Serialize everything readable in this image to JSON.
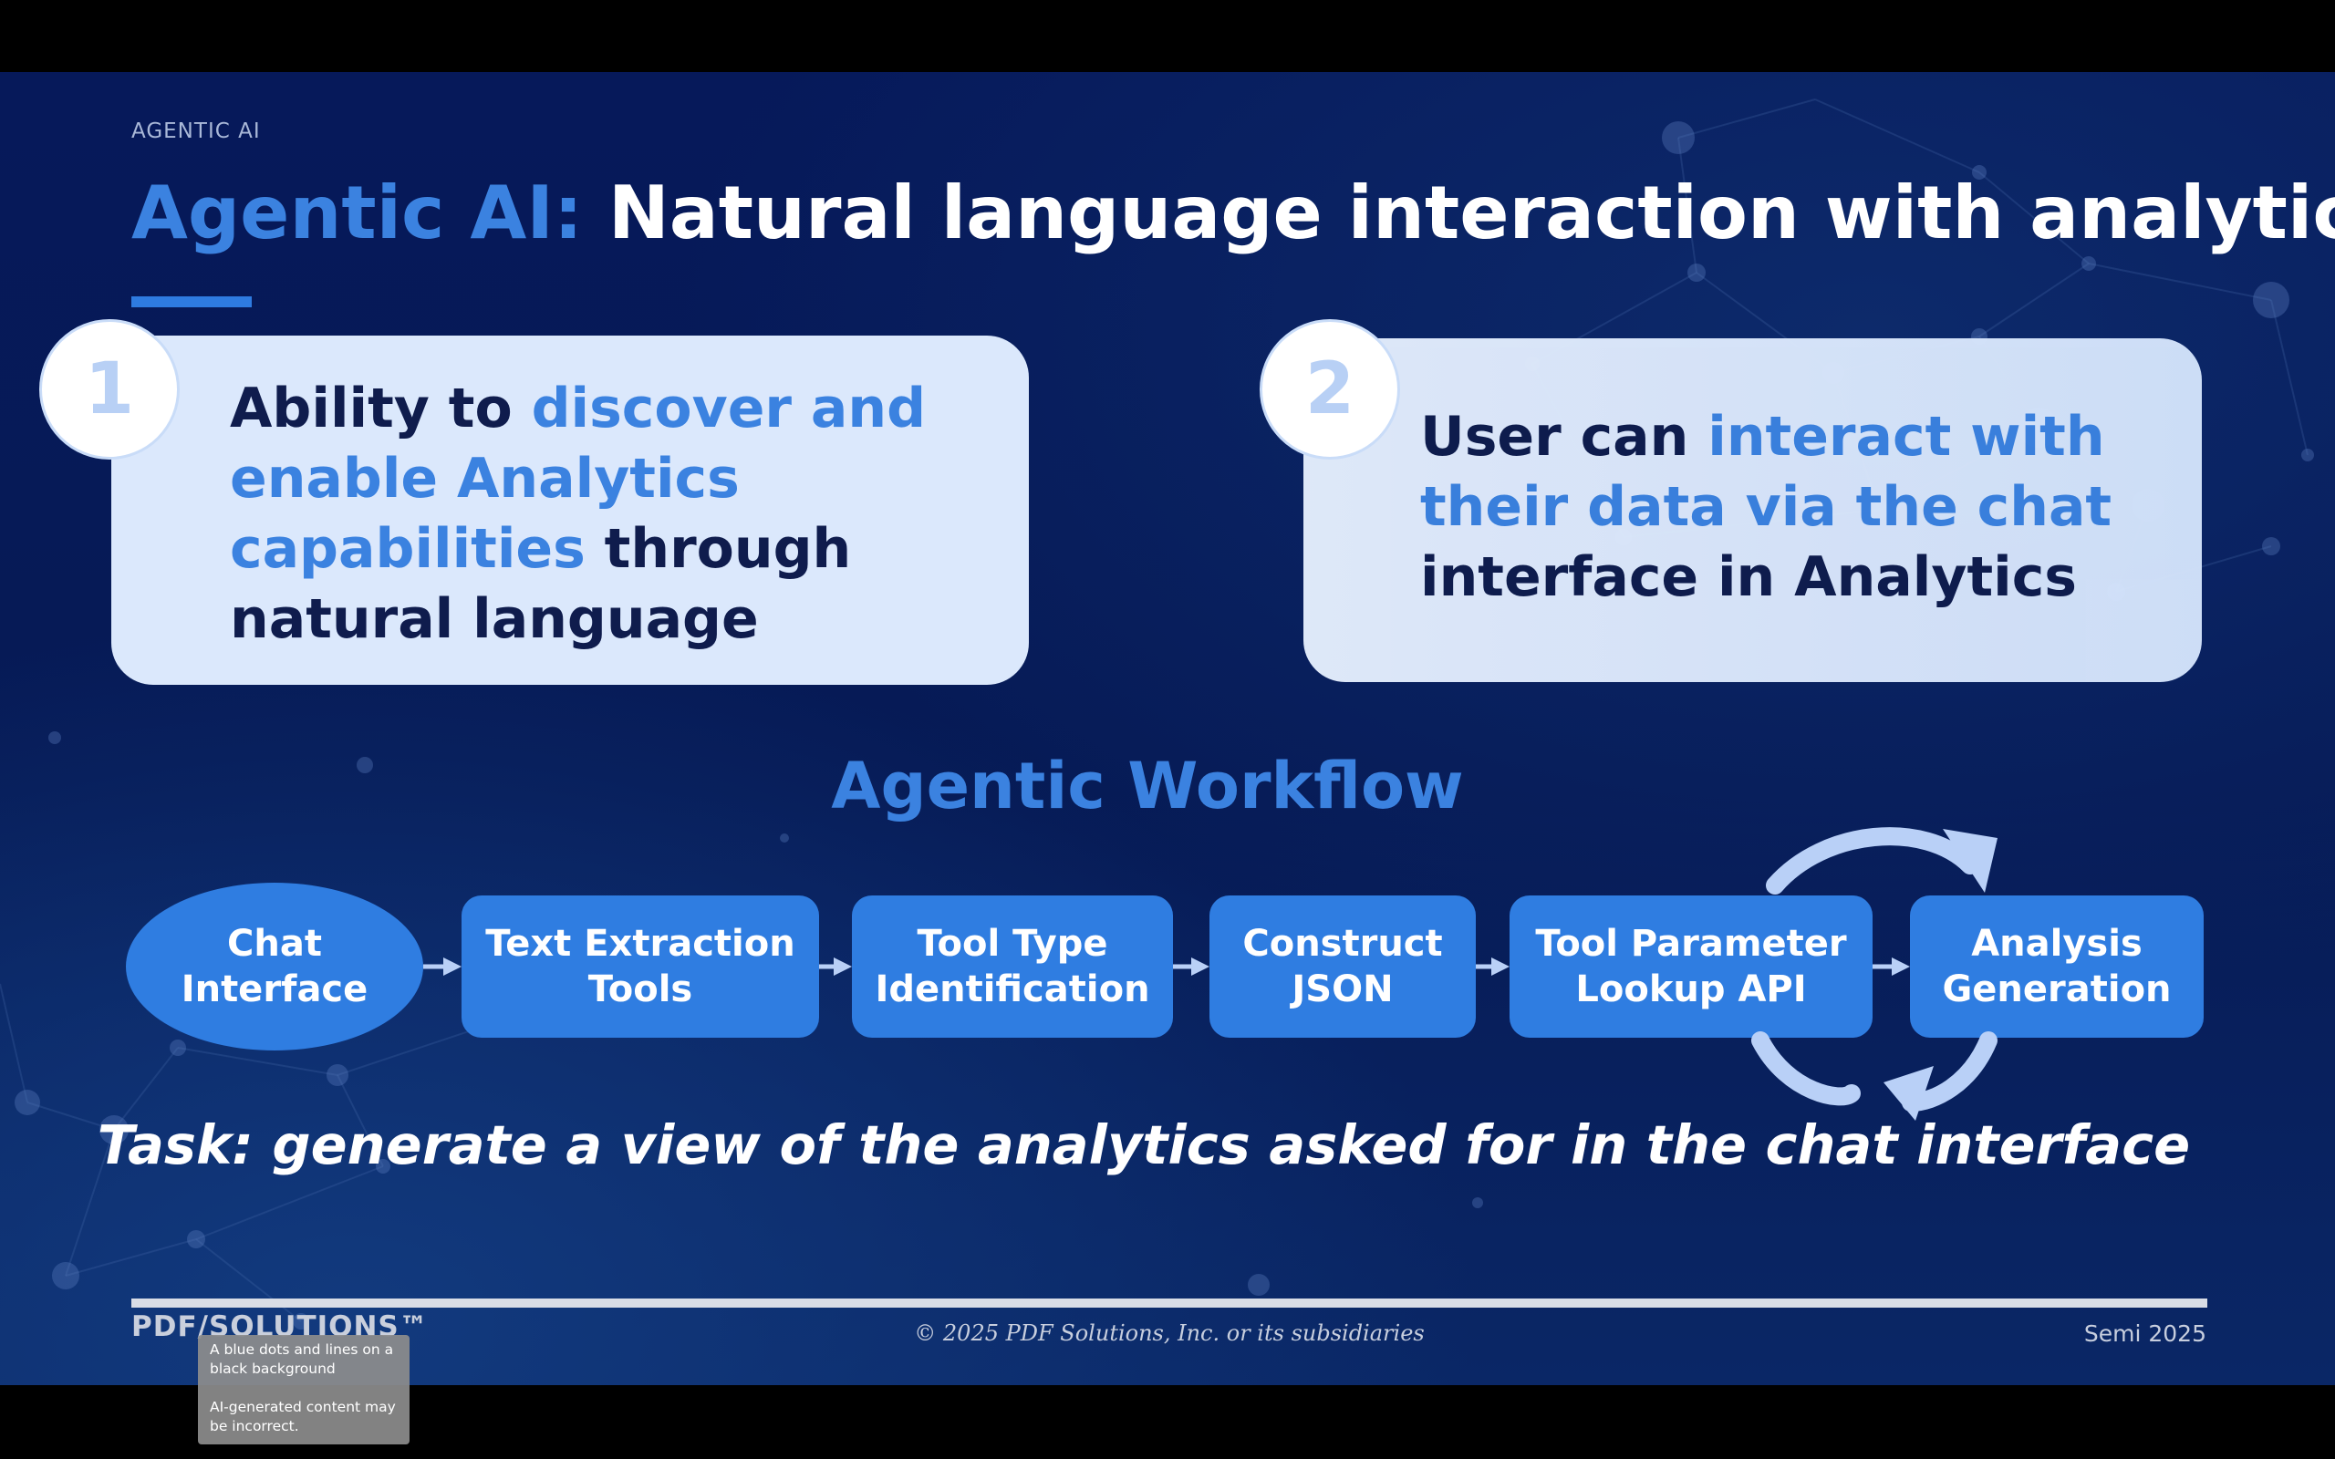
{
  "slide": {
    "kicker": "AGENTIC AI",
    "title_accent": "Agentic AI:",
    "title_rest": " Natural language interaction with analytics"
  },
  "cards": [
    {
      "number": "1",
      "text_before": "Ability to ",
      "text_highlight": "discover and enable Analytics capabilities",
      "text_after": " through natural language"
    },
    {
      "number": "2",
      "text_before": "User can ",
      "text_highlight": "interact with their data via the chat",
      "text_after": " interface in Analytics"
    }
  ],
  "workflow": {
    "title": "Agentic Workflow",
    "steps": [
      "Chat Interface",
      "Text Extraction Tools",
      "Tool Type Identification",
      "Construct JSON",
      "Tool Parameter Lookup API",
      "Analysis Generation"
    ],
    "task": "Task: generate a view of the analytics asked for in the chat interface"
  },
  "footer": {
    "logo": "PDF/SOLUTIONS™",
    "copyright": "© 2025 PDF Solutions, Inc. or its subsidiaries",
    "event": "Semi 2025"
  },
  "alt_text_tooltip": {
    "description": "A blue dots and lines on a black background",
    "disclaimer": "AI-generated content may be incorrect."
  },
  "colors": {
    "accent": "#3b82e0",
    "step_fill": "#2f7de1",
    "card_fill": "#dbe8fc",
    "card_text": "#0f1c4d"
  }
}
